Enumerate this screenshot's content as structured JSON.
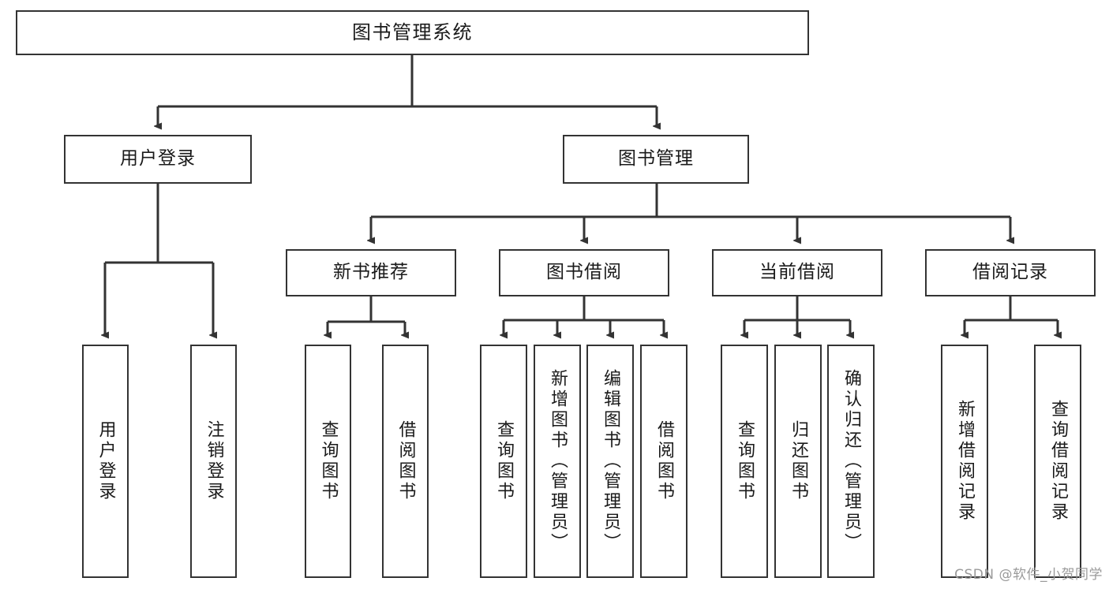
{
  "diagram": {
    "title": "图书管理系统",
    "type": "tree-hierarchy-chart",
    "root": {
      "label": "图书管理系统"
    },
    "level2": [
      {
        "label": "用户登录"
      },
      {
        "label": "图书管理"
      }
    ],
    "level3": [
      {
        "label": "新书推荐"
      },
      {
        "label": "图书借阅"
      },
      {
        "label": "当前借阅"
      },
      {
        "label": "借阅记录"
      }
    ],
    "leaves": {
      "user_login": [
        {
          "label": "用户登录"
        },
        {
          "label": "注销登录"
        }
      ],
      "new_book_recommend": [
        {
          "label": "查询图书"
        },
        {
          "label": "借阅图书"
        }
      ],
      "book_borrow": [
        {
          "label": "查询图书"
        },
        {
          "label": "新增图书（管理员）"
        },
        {
          "label": "编辑图书（管理员）"
        },
        {
          "label": "借阅图书"
        }
      ],
      "current_borrow": [
        {
          "label": "查询图书"
        },
        {
          "label": "归还图书"
        },
        {
          "label": "确认归还（管理员）"
        }
      ],
      "borrow_records": [
        {
          "label": "新增借阅记录"
        },
        {
          "label": "查询借阅记录"
        }
      ]
    }
  },
  "watermark": {
    "text": "CSDN @软件_小贺同学"
  },
  "colors": {
    "stroke": "#333333",
    "background": "#ffffff",
    "text": "#1a1a1a",
    "watermark": "#9a9a9a"
  }
}
